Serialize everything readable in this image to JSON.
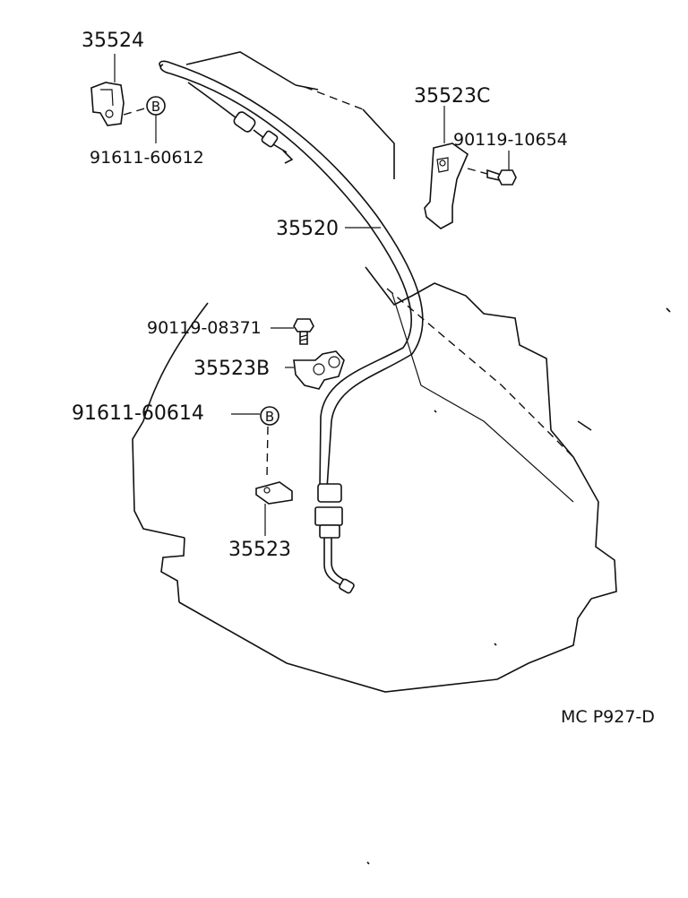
{
  "labels": {
    "p35524": "35524",
    "p91611_60612": "91611-60612",
    "p35523C": "35523C",
    "p90119_10654": "90119-10654",
    "p35520": "35520",
    "p90119_08371": "90119-08371",
    "p35523B": "35523B",
    "p91611_60614": "91611-60614",
    "p35523": "35523",
    "b1": "B",
    "b2": "B"
  },
  "diagram_code": "MC P927-D"
}
